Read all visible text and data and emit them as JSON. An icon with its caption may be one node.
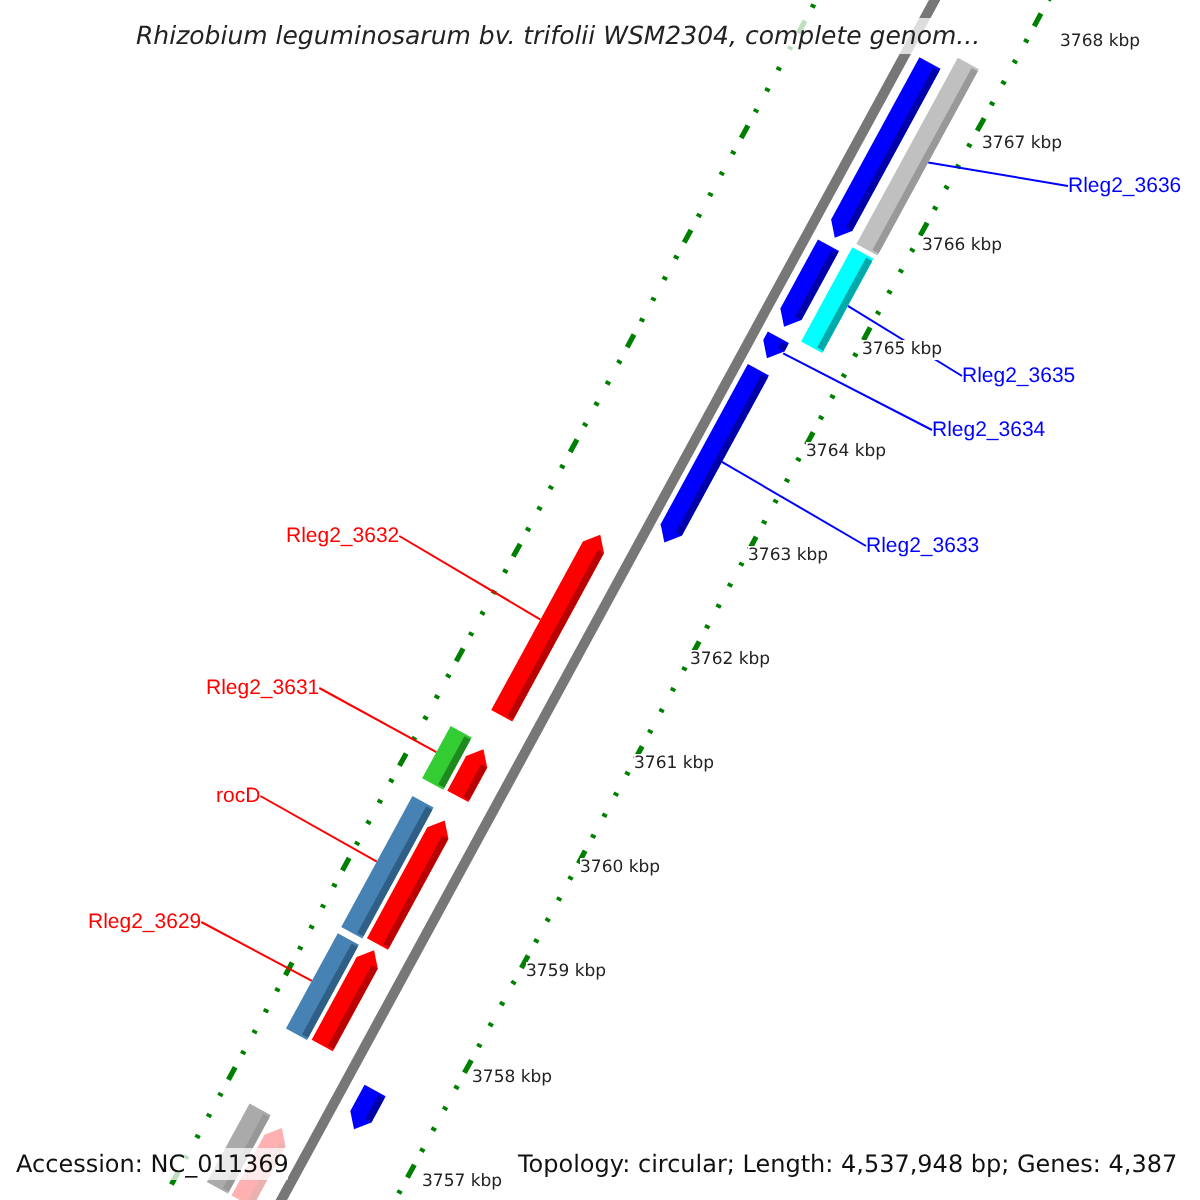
{
  "diagram": {
    "title": "Rhizobium leguminosarum bv. trifolii WSM2304, complete genom...",
    "nodes": [
      {
        "text": [
          "Rleg2_3636"
        ]
      },
      {
        "text": [
          "Rleg2_3635"
        ]
      },
      {
        "text": [
          "Rleg2_3634"
        ]
      },
      {
        "text": [
          "Rleg2_3633"
        ]
      },
      {
        "text": [
          "Rleg2_3632"
        ]
      },
      {
        "text": [
          "Rleg2_3631"
        ]
      },
      {
        "text": [
          "rocD"
        ]
      },
      {
        "text": [
          "Rleg2_3629"
        ]
      },
      {
        "text": [],
        "shape": "arrow"
      },
      {
        "text": [],
        "shape": "bar"
      },
      {
        "text": [],
        "shape": "arrow"
      },
      {
        "text": [],
        "shape": "bar"
      },
      {
        "text": [],
        "shape": "arrow"
      },
      {
        "text": [],
        "shape": "arrow"
      },
      {
        "text": [],
        "shape": "arrow"
      },
      {
        "text": [],
        "shape": "bar"
      },
      {
        "text": [],
        "shape": "arrow"
      },
      {
        "text": [],
        "shape": "bar"
      },
      {
        "text": [],
        "shape": "arrow"
      },
      {
        "text": [],
        "shape": "bar"
      },
      {
        "text": [],
        "shape": "arrow"
      },
      {
        "text": [],
        "shape": "arrow"
      },
      {
        "text": [],
        "shape": "bar"
      },
      {
        "text": [],
        "shape": "arrow"
      }
    ],
    "edges": [
      {
        "from": 0,
        "to": 9,
        "arrow": "none",
        "color": "#0000ff"
      },
      {
        "from": 1,
        "to": 11,
        "arrow": "none",
        "color": "#0000ff"
      },
      {
        "from": 2,
        "to": 12,
        "arrow": "none",
        "color": "#0000ff"
      },
      {
        "from": 3,
        "to": 13,
        "arrow": "none",
        "color": "#0000ff"
      },
      {
        "from": 4,
        "to": 14,
        "arrow": "none",
        "color": "#ff0000"
      },
      {
        "from": 5,
        "to": 15,
        "arrow": "none",
        "color": "#ff0000"
      },
      {
        "from": 6,
        "to": 17,
        "arrow": "none",
        "color": "#ff0000"
      },
      {
        "from": 7,
        "to": 19,
        "arrow": "none",
        "color": "#ff0000"
      }
    ],
    "labels": [
      "3768 kbp",
      "3767 kbp",
      "3766 kbp",
      "3765 kbp",
      "3764 kbp",
      "3763 kbp",
      "3762 kbp",
      "3761 kbp",
      "3760 kbp",
      "3759 kbp",
      "3758 kbp",
      "3757 kbp",
      "Accession: NC_011369",
      "Topology: circular; Length: 4,537,948 bp; Genes: 4,387"
    ]
  }
}
